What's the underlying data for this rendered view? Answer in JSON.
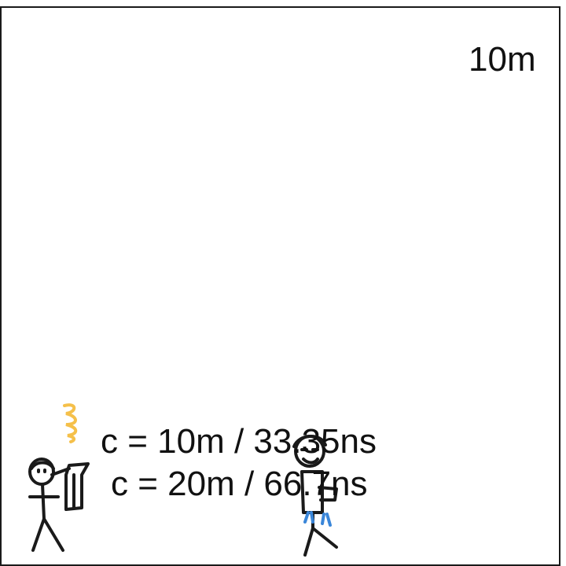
{
  "scale": {
    "distance_label": "10m"
  },
  "equations": {
    "line1": "c = 10m / 33.35ns",
    "line2": "c = 20m / 66.7ns"
  },
  "colors": {
    "ink": "#1a1a1a",
    "signal_wave": "#f5c04a",
    "reflector_accent": "#3a86d9"
  },
  "icons": {
    "sender": "stick-figure-with-flag",
    "receiver": "stick-figure-with-antenna",
    "wave": "squiggle-wave"
  }
}
